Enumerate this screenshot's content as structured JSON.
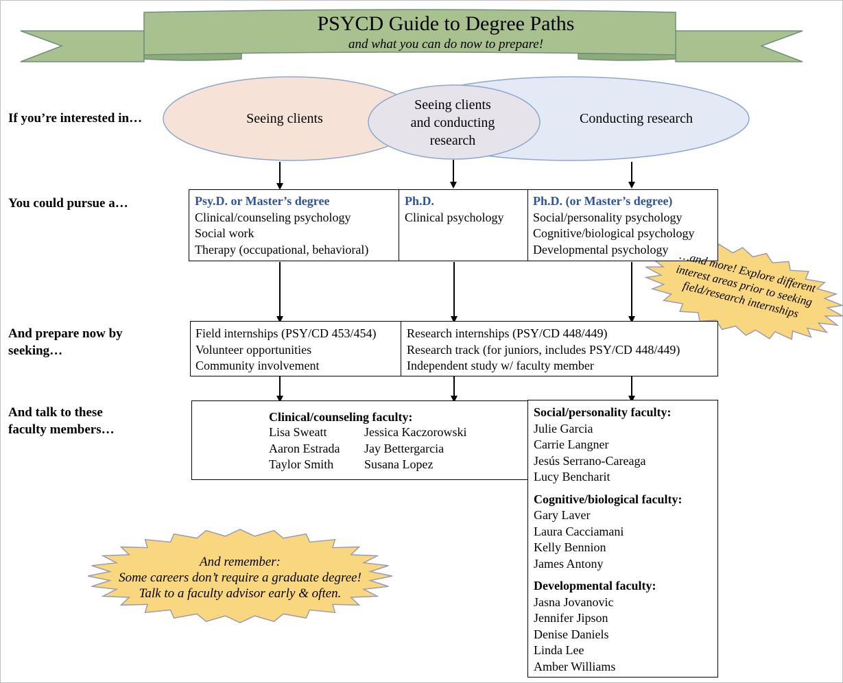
{
  "banner": {
    "title": "PSYCD Guide to Degree Paths",
    "subtitle": "and what you can do now to prepare!"
  },
  "row_labels": {
    "interest": "If you’re interested in…",
    "pursue": "You could pursue a…",
    "prepare": [
      "And prepare now by",
      "seeking…"
    ],
    "talk": [
      "And talk to these",
      "faculty members…"
    ]
  },
  "venn": {
    "left": "Seeing clients",
    "middle": [
      "Seeing clients",
      "and conducting",
      "research"
    ],
    "right": "Conducting research"
  },
  "degrees": {
    "col1": {
      "heading": "Psy.D. or Master’s degree",
      "items": [
        "Clinical/counseling psychology",
        "Social work",
        "Therapy (occupational, behavioral)"
      ]
    },
    "col2": {
      "heading": "Ph.D.",
      "items": [
        "Clinical psychology"
      ]
    },
    "col3": {
      "heading": "Ph.D. (or Master’s degree)",
      "items": [
        "Social/personality psychology",
        "Cognitive/biological psychology",
        "Developmental psychology"
      ]
    }
  },
  "more_callout": [
    "…and more! Explore different",
    "interest areas prior to seeking",
    "field/research internships"
  ],
  "prepare": {
    "left": [
      "Field internships (PSY/CD 453/454)",
      "Volunteer opportunities",
      "Community involvement"
    ],
    "right": [
      "Research internships (PSY/CD 448/449)",
      "Research track (for juniors, includes PSY/CD 448/449)",
      "Independent study w/ faculty member"
    ]
  },
  "clinical_faculty": {
    "heading": "Clinical/counseling faculty:",
    "col_a": [
      "Lisa Sweatt",
      "Aaron Estrada",
      "Taylor Smith"
    ],
    "col_b": [
      "Jessica Kaczorowski",
      "Jay Bettergarcia",
      "Susana Lopez"
    ]
  },
  "research_faculty": [
    {
      "heading": "Social/personality faculty:",
      "names": [
        "Julie Garcia",
        "Carrie Langner",
        "Jesús Serrano-Careaga",
        "Lucy Bencharit"
      ]
    },
    {
      "heading": "Cognitive/biological faculty:",
      "names": [
        "Gary Laver",
        "Laura Cacciamani",
        "Kelly Bennion",
        "James Antony"
      ]
    },
    {
      "heading": "Developmental faculty:",
      "names": [
        "Jasna Jovanovic",
        "Jennifer Jipson",
        "Denise Daniels",
        "Linda Lee",
        "Amber Williams"
      ]
    }
  ],
  "remember_callout": [
    "And remember:",
    "Some careers don’t require a graduate degree!",
    "Talk to a faculty advisor early & often."
  ],
  "colors": {
    "banner_fill": "#a9c08f",
    "banner_stroke": "#6f8f7a",
    "venn_left": "#f6e2d6",
    "venn_middle": "#e6e4ea",
    "venn_right": "#e2e9f5",
    "venn_stroke": "#8ea6cf",
    "heading_blue": "#2f5597",
    "star_fill": "#f9d77e",
    "star_stroke": "#9a9ab0"
  }
}
